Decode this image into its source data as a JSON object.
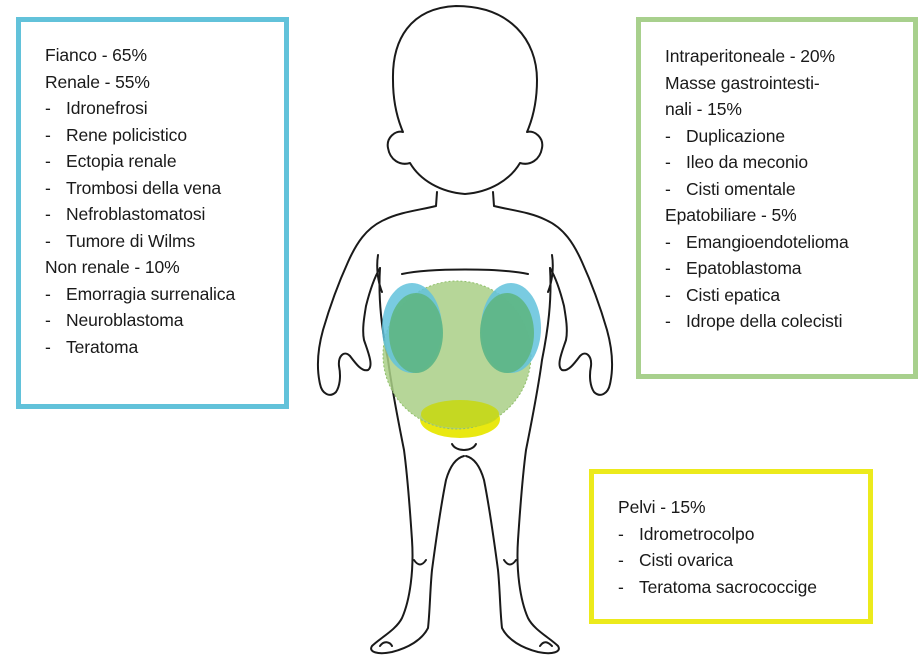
{
  "colors": {
    "blue": "#62c2da",
    "green": "#a8d08d",
    "yellow": "#ecea1c",
    "green_fill": "#a9cf86",
    "blue_fill": "#62c2dc",
    "yellow_fill": "#d4e010",
    "overlap_fill": "#5fb687"
  },
  "left_box": {
    "heading1": "Fianco - 65%",
    "heading2": "Renale - 55%",
    "renale_items": [
      "Idronefrosi",
      "Rene policistico",
      "Ectopia renale",
      "Trombosi della vena",
      "Nefroblastomatosi",
      "Tumore di Wilms"
    ],
    "heading3": "Non renale - 10%",
    "non_renale_items": [
      "Emorragia surrenalica",
      "Neuroblastoma",
      "Teratoma"
    ]
  },
  "right_box": {
    "heading1": "Intraperitoneale - 20%",
    "heading2_line1": "Masse gastrointesti-",
    "heading2_line2": "nali - 15%",
    "gi_items": [
      "Duplicazione",
      "Ileo da meconio",
      "Cisti omentale"
    ],
    "heading3": "Epatobiliare - 5%",
    "epato_items": [
      "Emangioendotelioma",
      "Epatoblastoma",
      "Cisti epatica",
      "Idrope della colecisti"
    ]
  },
  "bottom_box": {
    "heading": "Pelvi - 15%",
    "items": [
      "Idrometrocolpo",
      "Cisti ovarica",
      "Teratoma sacrococcige"
    ]
  },
  "dash": "-"
}
